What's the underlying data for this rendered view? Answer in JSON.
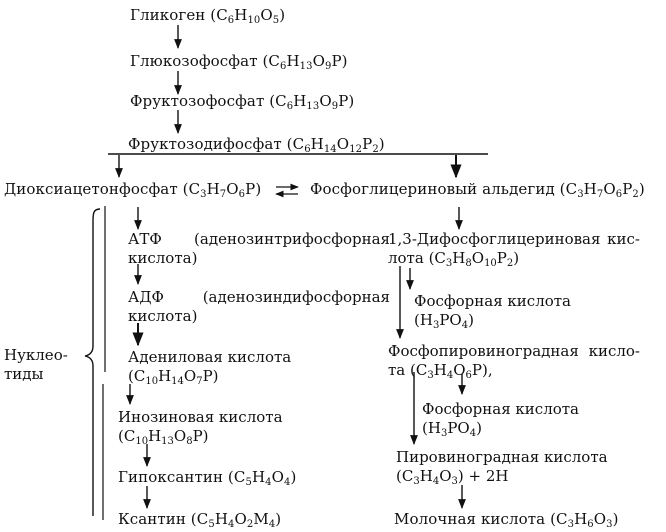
{
  "chain": {
    "glycogen": "Гликоген (C6H10O5)",
    "glucose_phosphate": "Глюкозофосфат (C6H13O9P)",
    "fructose_phosphate": "Фруктозофосфат (C6H13O9P)",
    "fructose_diphosphate": "Фруктозодифосфат (C6H14O12P2)"
  },
  "split": {
    "dihydroxyacetone_phosphate": "Диоксиацетонфосфат (C3H7O6P)",
    "phosphoglyceraldehyde": "Фосфоглицериновый альдегид (C3H7O6P2)"
  },
  "left_branch": {
    "atp_line1": "АТФ (аденозинтрифосфорная",
    "atp_line2": "кислота)",
    "adp_line1": "АДФ (аденозиндифосфорная",
    "adp_line2": "кислота)",
    "adenylic_line1": "Адениловая кислота",
    "adenylic_line2": "(C10H14O7P)",
    "inosinic_line1": "Инозиновая кислота",
    "inosinic_line2": "(C10H13O8P)",
    "hypoxanthine": "Гипоксантин (C5H4O4)",
    "xanthine": "Ксантин (C5H4O2M4)"
  },
  "nucleotides_label": {
    "line1": "Нуклео-",
    "line2": "тиды"
  },
  "right_branch": {
    "diphosphoglyceric_line1": "1,3-Дифосфоглицериновая кис-",
    "diphosphoglyceric_line2": "лота (C3H8O10P2)",
    "phosphoric1_line1": "Фосфорная кислота",
    "phosphoric1_line2": "(H3PO4)",
    "phosphopyruvic_line1": "Фосфопировиноградная кисло-",
    "phosphopyruvic_line2": "та (C3H4O6P),",
    "phosphoric2_line1": "Фосфорная кислота",
    "phosphoric2_line2": "(H3PO4)",
    "pyruvic_line1": "Пировиноградная кислота",
    "pyruvic_line2": "(C3H4O3) + 2H",
    "lactic": "Молочная кислота (C3H6O3)"
  },
  "colors": {
    "ink": "#111111",
    "background": "#ffffff"
  }
}
